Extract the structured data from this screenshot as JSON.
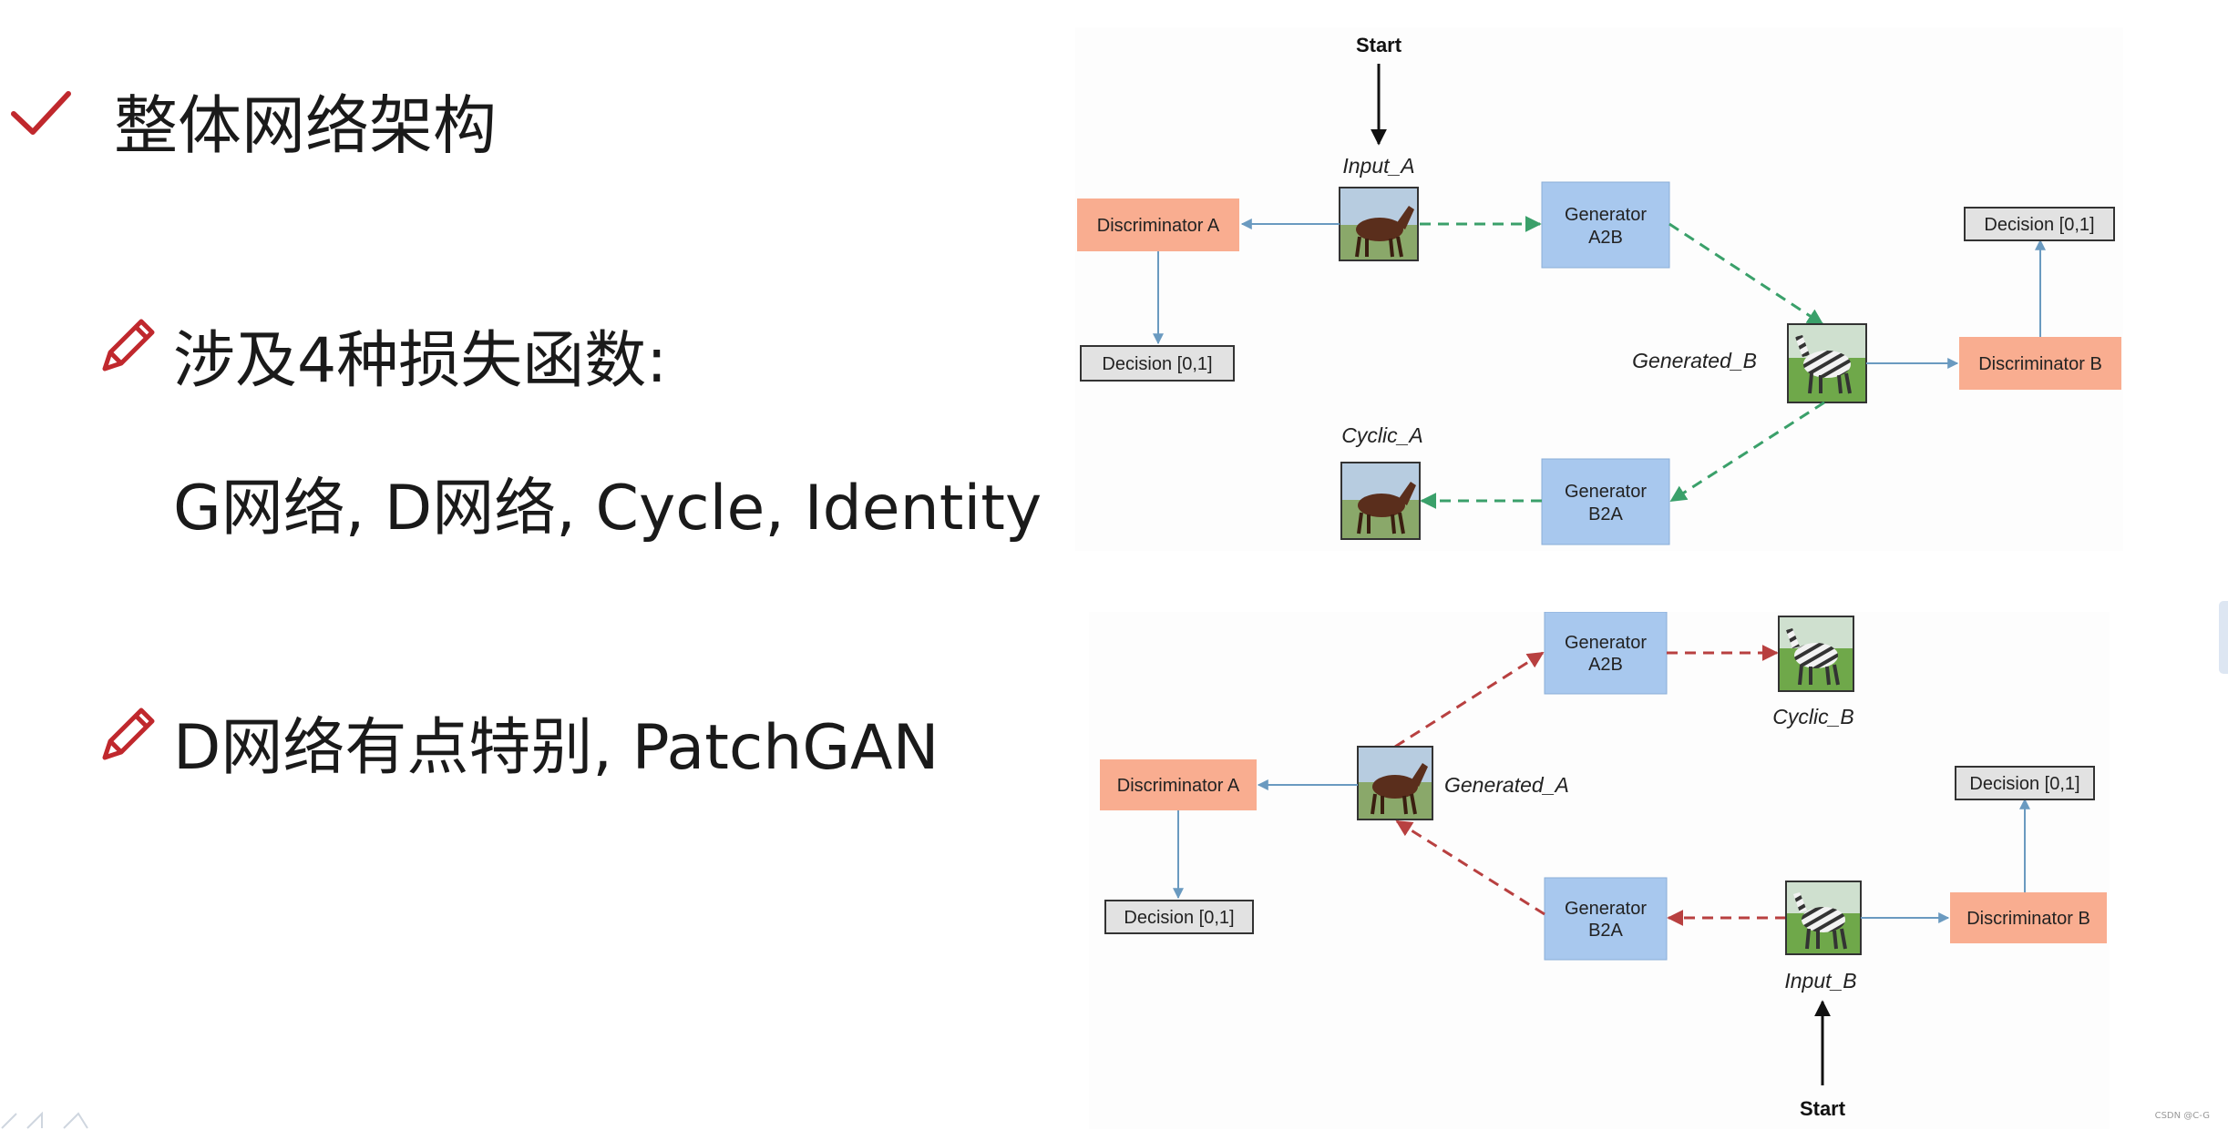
{
  "slide": {
    "title": "整体网络架构",
    "bullet1": "涉及4种损失函数:",
    "bullet1_sub": "G网络, D网络, Cycle, Identity",
    "bullet2": "D网络有点特别, PatchGAN",
    "watermark": "CSDN @C-G",
    "icons": {
      "title": "checkmark-icon",
      "bullets": "pencil-icon"
    }
  },
  "colors": {
    "discriminator": "#f9ad90",
    "generator": "#a8c8ee",
    "decision": "#e2e2e2",
    "a_to_b_arrow": "#3aa06a",
    "b_to_a_arrow": "#b84040",
    "connector": "#6a9ac0",
    "accent_red": "#c0282d"
  },
  "diagram_top": {
    "start": "Start",
    "input_a": "Input_A",
    "discriminator_a": "Discriminator A",
    "decision_a": "Decision [0,1]",
    "generator_a2b": [
      "Generator",
      "A2B"
    ],
    "generated_b": "Generated_B",
    "discriminator_b": "Discriminator B",
    "decision_b": "Decision [0,1]",
    "generator_b2a": [
      "Generator",
      "B2A"
    ],
    "cyclic_a": "Cyclic_A"
  },
  "diagram_bottom": {
    "generator_a2b": [
      "Generator",
      "A2B"
    ],
    "cyclic_b": "Cyclic_B",
    "discriminator_a": "Discriminator A",
    "decision_a": "Decision [0,1]",
    "generated_a": "Generated_A",
    "generator_b2a": [
      "Generator",
      "B2A"
    ],
    "input_b": "Input_B",
    "discriminator_b": "Discriminator B",
    "decision_b": "Decision [0,1]",
    "start": "Start"
  }
}
